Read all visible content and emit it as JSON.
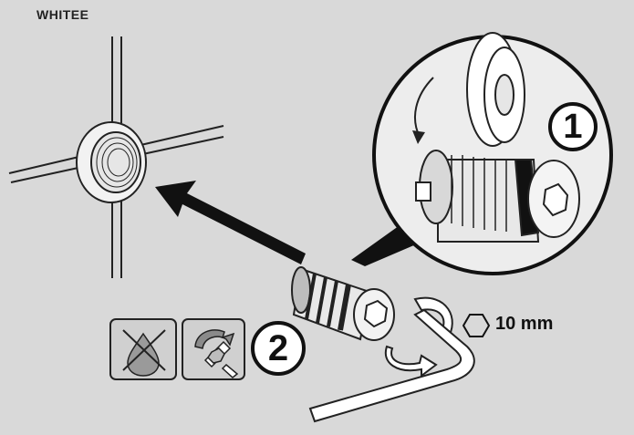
{
  "brand": "WHITEE",
  "steps": {
    "step1": "1",
    "step2": "2"
  },
  "tool_size": "10 mm",
  "icons": {
    "no_water": "no-water-icon",
    "wrench_tighten": "wrench-tighten-icon",
    "hex_key": "hex-key-icon"
  }
}
